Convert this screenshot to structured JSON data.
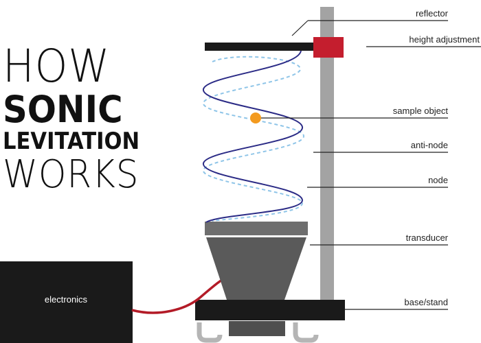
{
  "title": {
    "line1": "HOW",
    "line2": "SONIC",
    "line3": "LEVITATION",
    "line4": "WORKS"
  },
  "labels": {
    "reflector": "reflector",
    "height_adjustment": "height adjustment",
    "sample_object": "sample object",
    "anti_node": "anti-node",
    "node": "node",
    "transducer": "transducer",
    "base_stand": "base/stand",
    "electronics": "electronics"
  },
  "colors": {
    "dark": "#1a1a1a",
    "stand_gray": "#a3a3a3",
    "transducer_gray": "#5a5a5a",
    "transducer_top": "#6e6e6e",
    "height_adjust_red": "#c41e2e",
    "cable_red": "#b31b27",
    "wave_solid": "#2b2b86",
    "wave_dashed": "#8fc5e8",
    "sample_orange": "#f39a1f"
  }
}
